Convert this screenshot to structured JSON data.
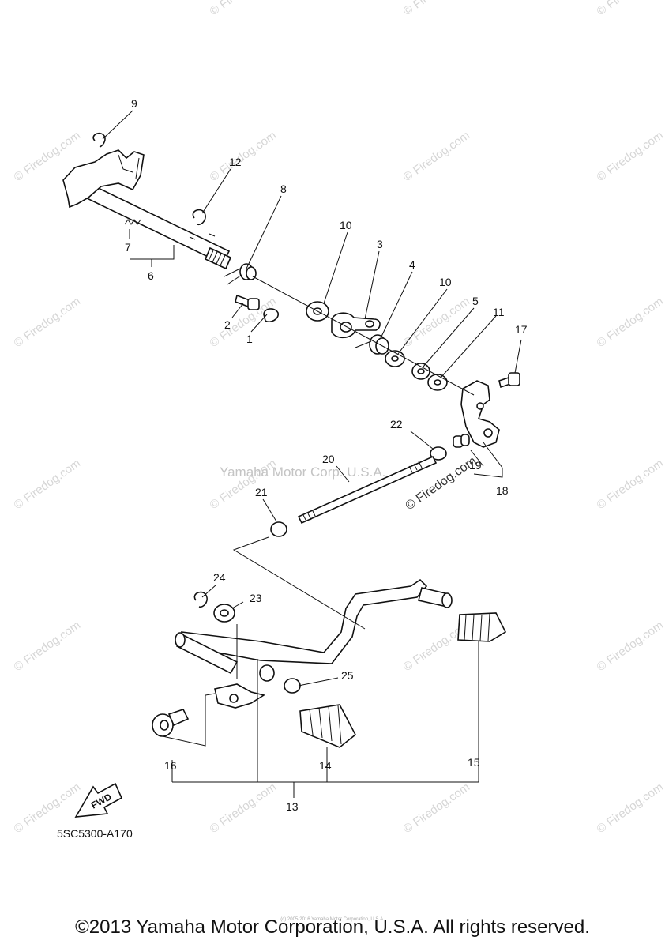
{
  "diagram_code": "5SC5300-A170",
  "fwd_label": "FWD",
  "watermark_main": "Yamaha Motor Corp. U.S.A.",
  "watermark_site": "© Firedog.com",
  "watermark_tile": "© Firedog.com",
  "fine_print": "(c) 2005-2016 Yamaha Motor Corporation, U.S.A.",
  "copyright": "©2013 Yamaha Motor Corporation, U.S.A. All rights reserved.",
  "callouts": {
    "c1": "1",
    "c2": "2",
    "c3": "3",
    "c4": "4",
    "c5": "5",
    "c6": "6",
    "c7": "7",
    "c8": "8",
    "c9": "9",
    "c10a": "10",
    "c10b": "10",
    "c11": "11",
    "c12": "12",
    "c13": "13",
    "c14": "14",
    "c15": "15",
    "c16": "16",
    "c17": "17",
    "c18": "18",
    "c19": "19",
    "c20": "20",
    "c21": "21",
    "c22": "22",
    "c23": "23",
    "c24": "24",
    "c25": "25"
  }
}
